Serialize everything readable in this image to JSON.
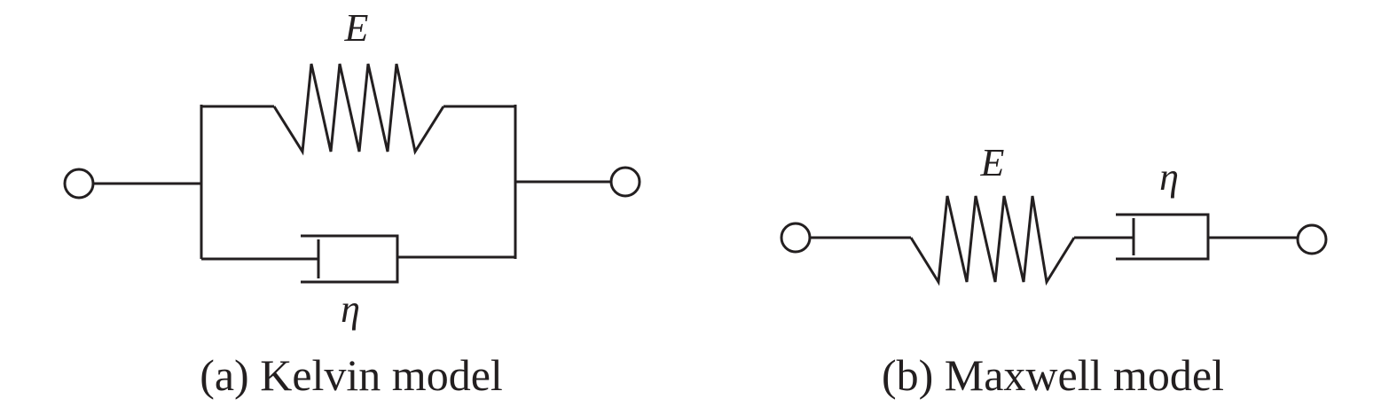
{
  "kelvin": {
    "spring_symbol": "E",
    "dashpot_symbol": "η",
    "caption": "(a) Kelvin model"
  },
  "maxwell": {
    "spring_symbol": "E",
    "dashpot_symbol": "η",
    "caption": "(b) Maxwell model"
  },
  "colors": {
    "line": "#231f20",
    "background": "#ffffff"
  }
}
